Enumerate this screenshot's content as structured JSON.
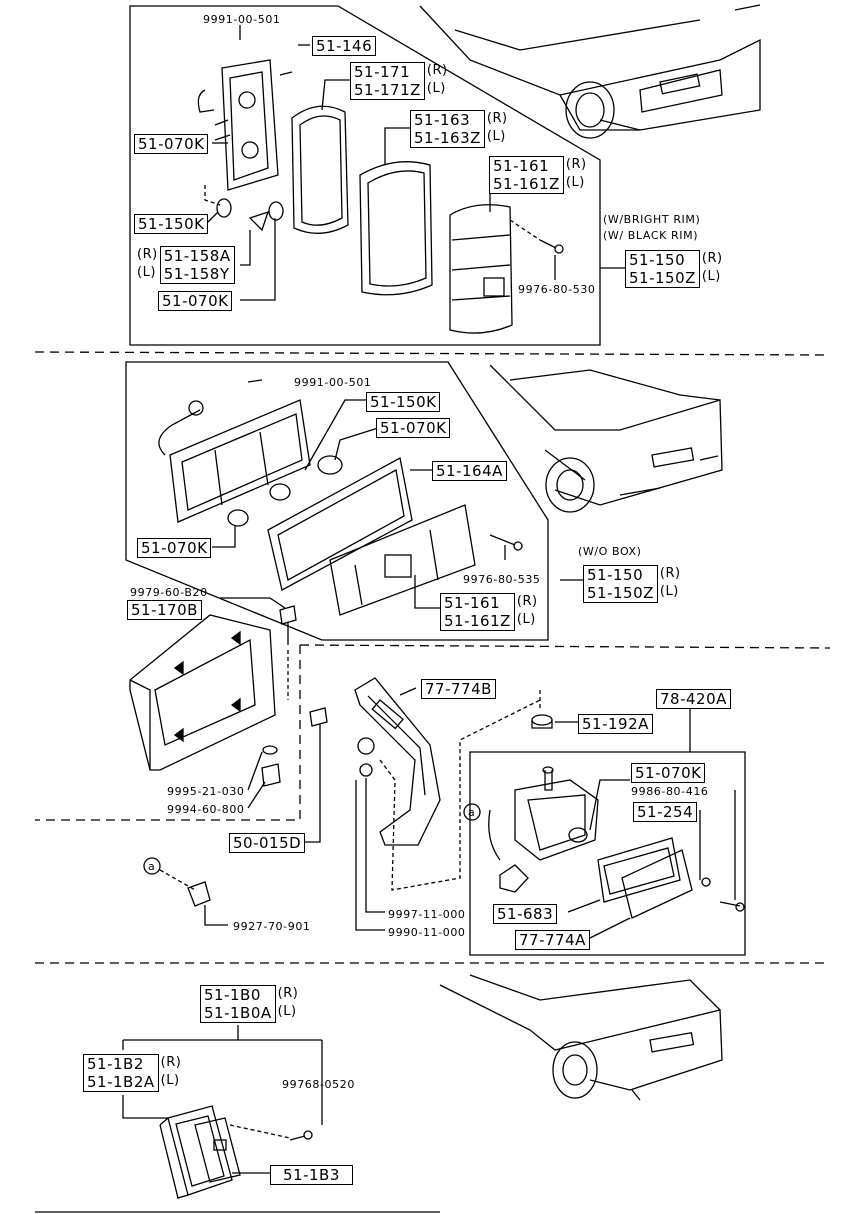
{
  "section1": {
    "bolt_top": "9991-00-501",
    "p146": "51-146",
    "p171": [
      "51-171",
      "51-171Z"
    ],
    "p171_side": [
      "(R)",
      "(L)"
    ],
    "p163": [
      "51-163",
      "51-163Z"
    ],
    "p163_side": [
      "(R)",
      "(L)"
    ],
    "p161": [
      "51-161",
      "51-161Z"
    ],
    "p161_side": [
      "(R)",
      "(L)"
    ],
    "p070k_a": "51-070K",
    "p150k": "51-150K",
    "p158": [
      "51-158A",
      "51-158Y"
    ],
    "p158_side": [
      "(R)",
      "(L)"
    ],
    "p070k_b": "51-070K",
    "rim_note": [
      "(W/BRIGHT RIM)",
      "(W/ BLACK RIM)"
    ],
    "p150": [
      "51-150",
      "51-150Z"
    ],
    "p150_side": [
      "(R)",
      "(L)"
    ],
    "screw": "9976-80-530"
  },
  "section2": {
    "bolt": "9991-00-501",
    "p150k": "51-150K",
    "p070k_a": "51-070K",
    "p164a": "51-164A",
    "p070k_b": "51-070K",
    "screw": "9976-80-535",
    "note": "(W/O BOX)",
    "p150": [
      "51-150",
      "51-150Z"
    ],
    "p150_side": [
      "(R)",
      "(L)"
    ],
    "p161": [
      "51-161",
      "51-161Z"
    ],
    "p161_side": [
      "(R)",
      "(L)"
    ]
  },
  "section3": {
    "bolt": "9979-60-B20",
    "p170b": "51-170B",
    "washer": "9995-21-030",
    "nut": "9994-60-800",
    "p015d": "50-015D",
    "p774b": "77-774B",
    "p192a": "51-192A",
    "p420a": "78-420A",
    "p070k": "51-070K",
    "screw416": "9986-80-416",
    "p254": "51-254",
    "p683": "51-683",
    "p774a": "77-774A",
    "clip": "9927-70-901",
    "n9997": "9997-11-000",
    "n9990": "9990-11-000",
    "ref_a1": "a",
    "ref_a2": "a"
  },
  "section4": {
    "p1b0": [
      "51-1B0",
      "51-1B0A"
    ],
    "p1b0_side": [
      "(R)",
      "(L)"
    ],
    "p1b2": [
      "51-1B2",
      "51-1B2A"
    ],
    "p1b2_side": [
      "(R)",
      "(L)"
    ],
    "screw": "99768-0520",
    "p1b3": "51-1B3"
  }
}
